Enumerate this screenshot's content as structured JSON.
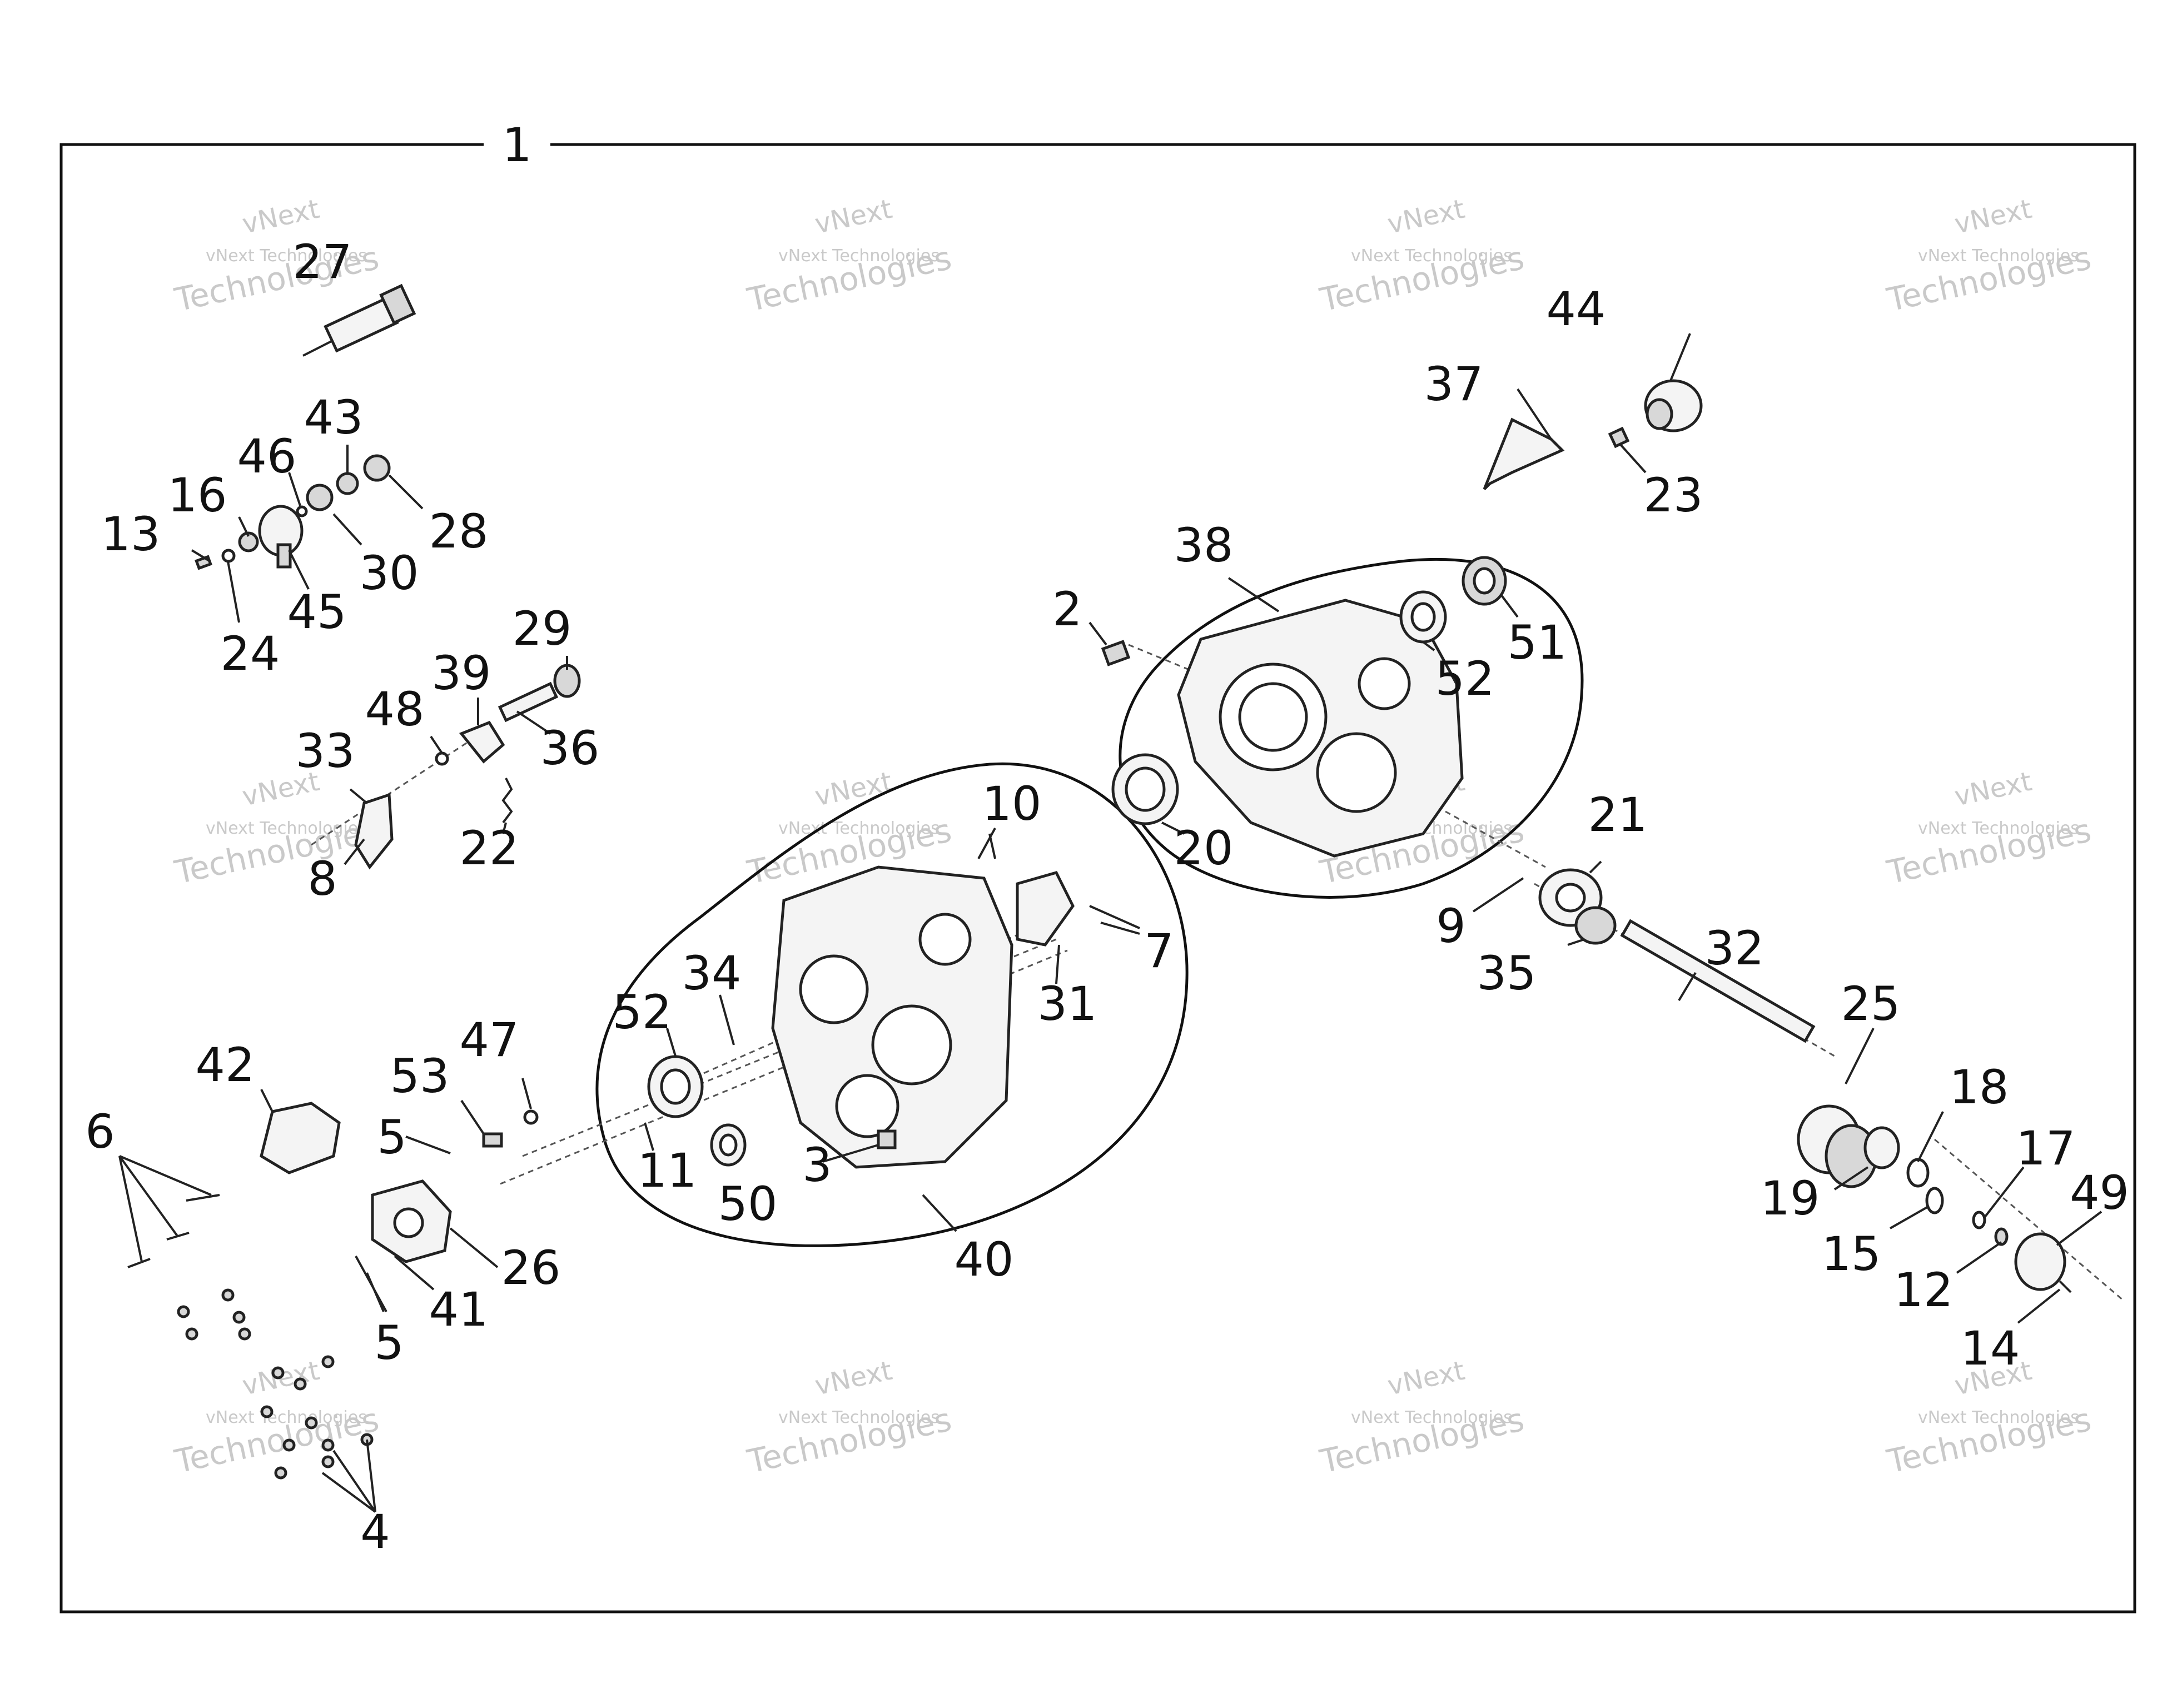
{
  "watermark": {
    "line1": "vNext",
    "line2": "vNext Technologies",
    "line3": "Technologies"
  },
  "callouts": {
    "c1": "1",
    "c2": "2",
    "c3": "3",
    "c4": "4",
    "c5a": "5",
    "c5b": "5",
    "c6": "6",
    "c7": "7",
    "c8": "8",
    "c9": "9",
    "c10": "10",
    "c11": "11",
    "c12": "12",
    "c13": "13",
    "c14": "14",
    "c15": "15",
    "c16": "16",
    "c17": "17",
    "c18": "18",
    "c19": "19",
    "c20": "20",
    "c21": "21",
    "c22": "22",
    "c23": "23",
    "c24": "24",
    "c25": "25",
    "c26": "26",
    "c27": "27",
    "c28": "28",
    "c29": "29",
    "c30": "30",
    "c31": "31",
    "c32": "32",
    "c33": "33",
    "c34": "34",
    "c35": "35",
    "c36": "36",
    "c37": "37",
    "c38": "38",
    "c39": "39",
    "c40": "40",
    "c41": "41",
    "c42": "42",
    "c43": "43",
    "c44": "44",
    "c45": "45",
    "c46": "46",
    "c47": "47",
    "c48": "48",
    "c49": "49",
    "c50": "50",
    "c51": "51",
    "c52a": "52",
    "c52b": "52",
    "c53": "53"
  }
}
